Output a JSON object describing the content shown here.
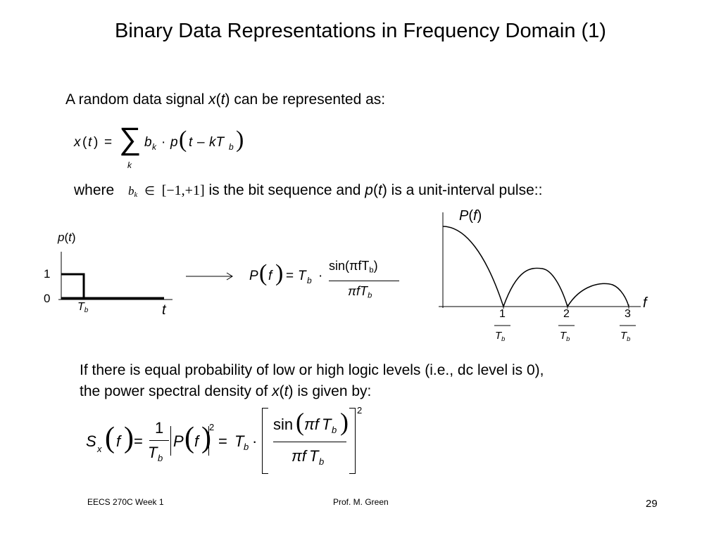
{
  "slide": {
    "title": "Binary Data Representations in Frequency Domain (1)",
    "intro": {
      "before": "A random data signal ",
      "var": "x",
      "paren_open": "(",
      "t": "t",
      "paren_close": ")",
      "after": " can be represented as:"
    },
    "eq1": {
      "lhs_x": "x",
      "lhs_t": "t",
      "sum_index": "k",
      "b": "b",
      "k": "k",
      "p": "p",
      "t": "t",
      "minus": "–",
      "kT": "kT",
      "b_sub": "b"
    },
    "where": {
      "word": "where",
      "set": "[−1,+1]",
      "tail_a": " is the bit sequence and ",
      "p": "p",
      "t": "t",
      "tail_b": " is a unit-interval pulse::"
    },
    "pulse_plot": {
      "y_label_p": "p",
      "y_label_t": "t",
      "tick_1": "1",
      "tick_0": "0",
      "Tb": "T",
      "Tb_sub": "b",
      "x_label": "t"
    },
    "eq2": {
      "P": "P",
      "f": "f",
      "eq": "=",
      "T": "T",
      "b": "b",
      "dot": "·",
      "num": "sin(πfT",
      "num_close": ")",
      "den": "πfT"
    },
    "spectrum_plot": {
      "title_P": "P",
      "title_f": "f",
      "x_label": "f",
      "ticks": [
        "1",
        "2",
        "3"
      ],
      "tick_den_T": "T",
      "tick_den_sub": "b"
    },
    "psd_text": {
      "line1": "If there is equal probability of low or high logic levels (i.e., dc level is 0),",
      "line2_before": "the power spectral density of ",
      "x": "x",
      "t": "t",
      "line2_after": " is given by:"
    },
    "eq3": {
      "S": "S",
      "S_sub": "x",
      "f": "f",
      "eq": "=",
      "one": "1",
      "T": "T",
      "b": "b",
      "P": "P",
      "sq": "2",
      "sin": "sin",
      "pif": "πf",
      "den": "πf"
    },
    "footer": {
      "left": "EECS 270C  Week 1",
      "center": "Prof. M. Green",
      "page": "29"
    }
  }
}
